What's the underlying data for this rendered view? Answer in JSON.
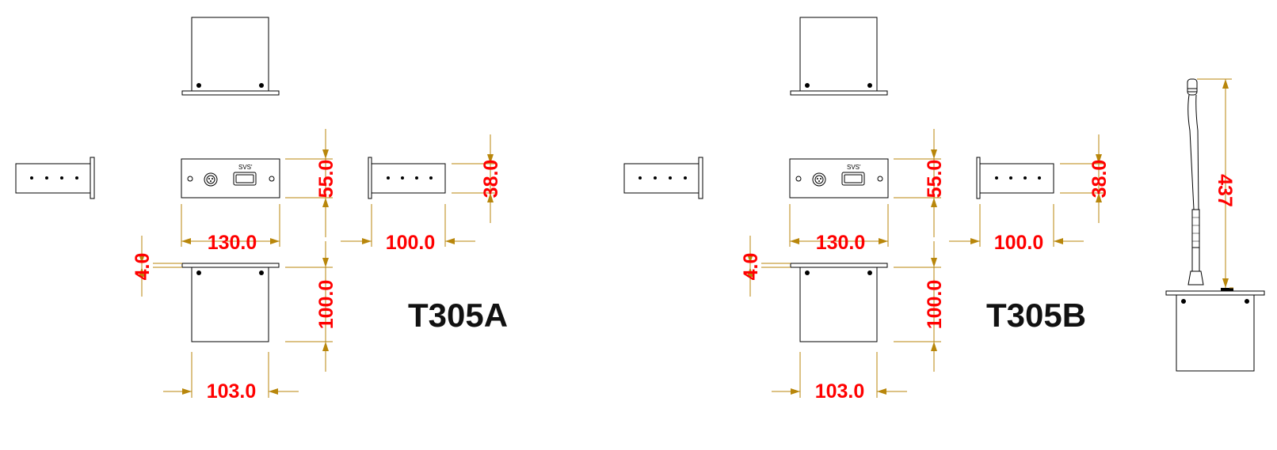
{
  "drawings": [
    {
      "model": "T305A",
      "logo_text": "SVS'",
      "dimensions": {
        "faceplate_height": "55.0",
        "faceplate_width": "130.0",
        "side_width": "100.0",
        "side_height": "38.0",
        "flange_thickness": "4.0",
        "box_depth": "100.0",
        "box_width": "103.0"
      }
    },
    {
      "model": "T305B",
      "logo_text": "SVS'",
      "dimensions": {
        "faceplate_height": "55.0",
        "faceplate_width": "130.0",
        "side_width": "100.0",
        "side_height": "38.0",
        "flange_thickness": "4.0",
        "box_depth": "100.0",
        "box_width": "103.0"
      }
    }
  ],
  "microphone": {
    "height": "437"
  },
  "colors": {
    "dimension_line": "#b8860b",
    "dimension_text": "#ff0000",
    "outline": "#000000"
  }
}
